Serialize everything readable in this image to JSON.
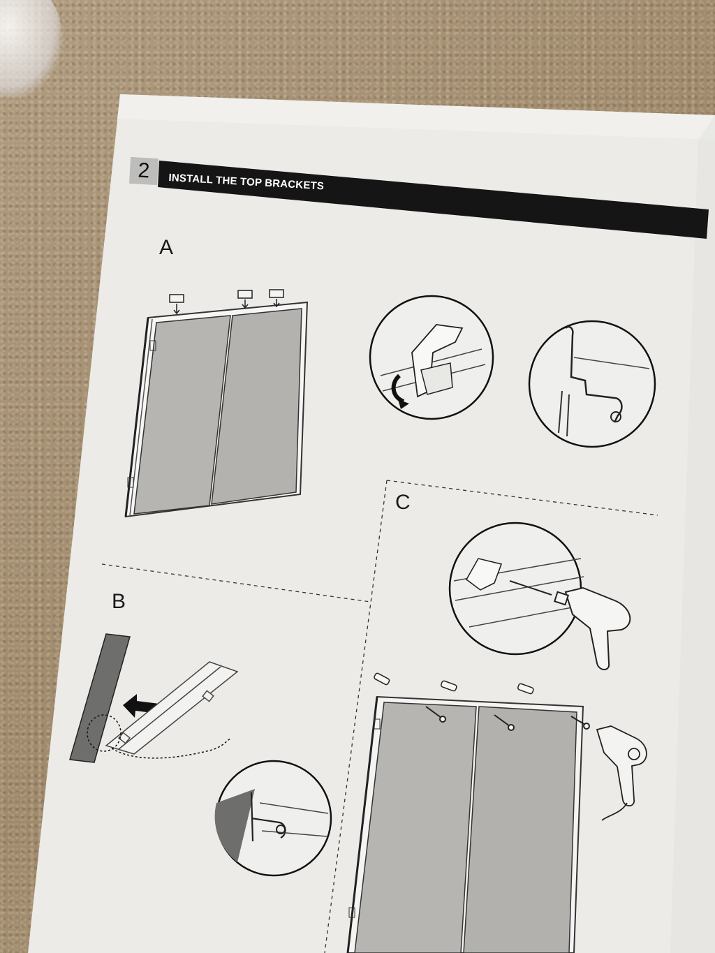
{
  "step": {
    "number": "2",
    "title": "INSTALL THE TOP BRACKETS"
  },
  "sections": {
    "a": "A",
    "b": "B",
    "c": "C"
  }
}
